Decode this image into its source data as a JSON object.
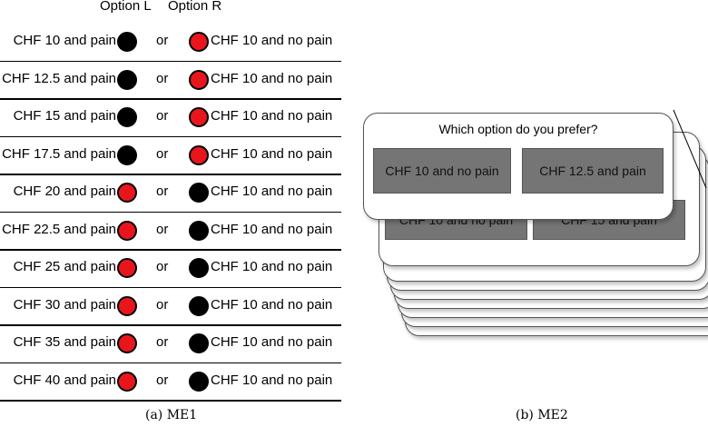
{
  "me1": {
    "header_left": "Option L",
    "header_right": "Option R",
    "or_label": "or",
    "rows": [
      {
        "left": "CHF 10 and pain",
        "right": "CHF 10 and no pain",
        "left_dot": "black",
        "right_dot": "red"
      },
      {
        "left": "CHF 12.5 and pain",
        "right": "CHF 10 and no pain",
        "left_dot": "black",
        "right_dot": "red"
      },
      {
        "left": "CHF 15 and pain",
        "right": "CHF 10 and no pain",
        "left_dot": "black",
        "right_dot": "red"
      },
      {
        "left": "CHF 17.5 and pain",
        "right": "CHF 10 and no pain",
        "left_dot": "black",
        "right_dot": "red"
      },
      {
        "left": "CHF 20 and pain",
        "right": "CHF 10 and no pain",
        "left_dot": "red",
        "right_dot": "black"
      },
      {
        "left": "CHF 22.5 and pain",
        "right": "CHF 10 and no pain",
        "left_dot": "red",
        "right_dot": "black"
      },
      {
        "left": "CHF 25 and pain",
        "right": "CHF 10 and no pain",
        "left_dot": "red",
        "right_dot": "black"
      },
      {
        "left": "CHF 30 and pain",
        "right": "CHF 10 and no pain",
        "left_dot": "red",
        "right_dot": "black"
      },
      {
        "left": "CHF 35 and pain",
        "right": "CHF 10 and no pain",
        "left_dot": "red",
        "right_dot": "black"
      },
      {
        "left": "CHF 40 and pain",
        "right": "CHF 10 and no pain",
        "left_dot": "red",
        "right_dot": "black"
      }
    ],
    "caption": "(a) ME1"
  },
  "me2": {
    "question": "Which option do you prefer?",
    "front_left": "CHF 10 and no pain",
    "front_right": "CHF 12.5 and pain",
    "second_left": "CHF 10 and no pain",
    "second_right": "CHF 15 and pain",
    "caption": "(b) ME2"
  },
  "colors": {
    "red": "#e8161c",
    "black": "#000000",
    "option_box": "#757575"
  }
}
